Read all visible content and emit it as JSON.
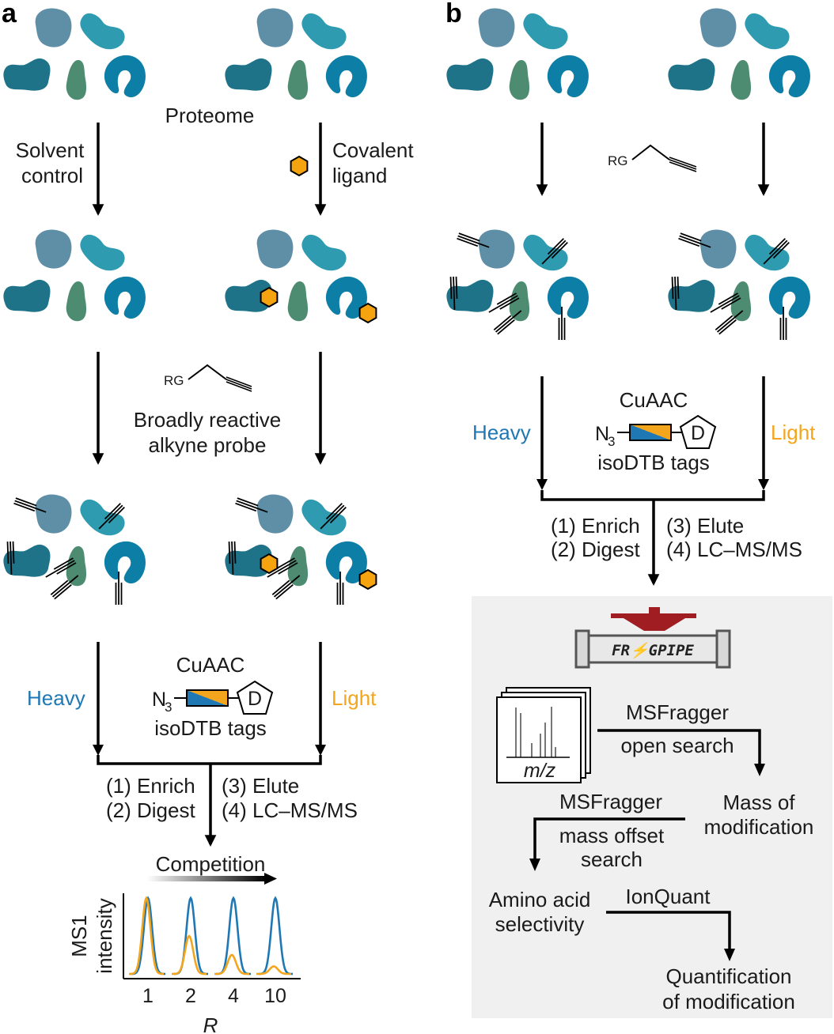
{
  "colors": {
    "heavy": "#1f78b4",
    "light": "#f3a61d",
    "protein_gray_blue": "#5e8fa6",
    "protein_teal": "#2e9bb0",
    "protein_dark_teal": "#1f7389",
    "protein_green": "#4e8c72",
    "protein_blue": "#0d7fa6",
    "ligand": "#f5a30f",
    "background_box": "#f0f0f0",
    "fragpipe_red": "#a01e22"
  },
  "panel_a": {
    "letter": "a",
    "proteome": "Proteome",
    "solvent_control": [
      "Solvent",
      "control"
    ],
    "covalent_ligand": [
      "Covalent",
      "ligand"
    ],
    "rg": "RG",
    "probe": [
      "Broadly reactive",
      "alkyne probe"
    ],
    "cuaac": "CuAAC",
    "n3": "N",
    "n3_sub": "3",
    "d": "D",
    "tags": "isoDTB tags",
    "heavy": "Heavy",
    "light": "Light",
    "steps_left": [
      "(1) Enrich",
      "(2) Digest"
    ],
    "steps_right": [
      "(3) Elute",
      "(4) LC–MS/MS"
    ],
    "competition": "Competition",
    "ylabel": [
      "MS1",
      "intensity"
    ],
    "xlabel": "R"
  },
  "panel_b": {
    "letter": "b",
    "rg": "RG",
    "cuaac": "CuAAC",
    "n3": "N",
    "n3_sub": "3",
    "d": "D",
    "tags": "isoDTB tags",
    "heavy": "Heavy",
    "light": "Light",
    "steps_left": [
      "(1) Enrich",
      "(2) Digest"
    ],
    "steps_right": [
      "(3) Elute",
      "(4) LC–MS/MS"
    ],
    "fragpipe": "FR⚡GPIPE",
    "mz": "m/z",
    "msfragger1": "MSFragger",
    "open_search": "open search",
    "mass_of_mod": [
      "Mass of",
      "modification"
    ],
    "msfragger2": "MSFragger",
    "mass_offset": [
      "mass offset",
      "search"
    ],
    "amino_acid": [
      "Amino acid",
      "selectivity"
    ],
    "ionquant": "IonQuant",
    "quant": [
      "Quantification",
      "of modification"
    ]
  },
  "chart_data": {
    "type": "line",
    "title": "Competition",
    "xlabel": "R",
    "ylabel": "MS1 intensity",
    "categories": [
      "1",
      "2",
      "4",
      "10"
    ],
    "series": [
      {
        "name": "Heavy",
        "color": "#1f78b4",
        "values": [
          1.0,
          1.0,
          1.0,
          1.0
        ]
      },
      {
        "name": "Light",
        "color": "#f3a61d",
        "values": [
          1.0,
          0.5,
          0.25,
          0.1
        ]
      }
    ]
  }
}
